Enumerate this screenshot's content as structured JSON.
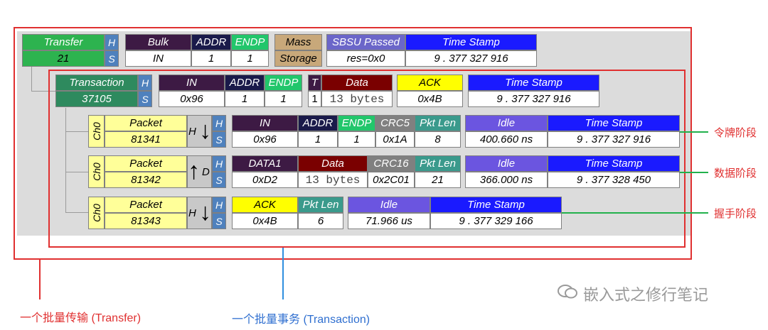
{
  "colors": {
    "transfer_green": "#2db34f",
    "bulk_purple": "#3d1a44",
    "addr_navy": "#1a1a4a",
    "endp_green": "#22c66b",
    "mass_tan": "#c8a87a",
    "sbsu_purple": "#6b66c9",
    "timestamp_blue": "#1a1aff",
    "transaction_green": "#2e8a5e",
    "data_maroon": "#7a0000",
    "ack_yellow": "#ffff00",
    "packet_yellow": "#ffff99",
    "crc_gray": "#808080",
    "pktlen_teal": "#3a9a8c",
    "idle_purple": "#6b55e0",
    "annotation_red": "#e03030",
    "annotation_blue": "#2f8fdf",
    "annotation_green": "#22b14c"
  },
  "transfer": {
    "label": "Transfer",
    "id": "21",
    "h": "H",
    "s": "S",
    "bulk_label": "Bulk",
    "bulk_val": "IN",
    "addr_label": "ADDR",
    "addr_val": "1",
    "endp_label": "ENDP",
    "endp_val": "1",
    "mass_label": "Mass",
    "mass_val": "Storage",
    "sbsu_label": "SBSU Passed",
    "sbsu_val": "res=0x0",
    "ts_label": "Time Stamp",
    "ts_val": "9 . 377 327 916"
  },
  "transaction": {
    "label": "Transaction",
    "id": "37105",
    "h": "H",
    "s": "S",
    "in_label": "IN",
    "in_val": "0x96",
    "addr_label": "ADDR",
    "addr_val": "1",
    "endp_label": "ENDP",
    "endp_val": "1",
    "t_label": "T",
    "t_val": "1",
    "data_label": "Data",
    "data_val": "13 bytes",
    "ack_label": "ACK",
    "ack_val": "0x4B",
    "ts_label": "Time Stamp",
    "ts_val": "9 . 377 327 916"
  },
  "packets": [
    {
      "ch": "Ch0",
      "label": "Packet",
      "id": "81341",
      "dir_letter": "H",
      "dir": "down",
      "h": "H",
      "s": "S",
      "f1_label": "IN",
      "f1_val": "0x96",
      "f2_label": "ADDR",
      "f2_val": "1",
      "f3_label": "ENDP",
      "f3_val": "1",
      "f4_label": "CRC5",
      "f4_val": "0x1A",
      "len_label": "Pkt Len",
      "len_val": "8",
      "idle_label": "Idle",
      "idle_val": "400.660 ns",
      "ts_label": "Time Stamp",
      "ts_val": "9 . 377 327 916"
    },
    {
      "ch": "Ch0",
      "label": "Packet",
      "id": "81342",
      "dir_letter": "D",
      "dir": "up",
      "h": "H",
      "s": "S",
      "f1_label": "DATA1",
      "f1_val": "0xD2",
      "f2_label": "Data",
      "f2_val": "13 bytes",
      "f4_label": "CRC16",
      "f4_val": "0x2C01",
      "len_label": "Pkt Len",
      "len_val": "21",
      "idle_label": "Idle",
      "idle_val": "366.000 ns",
      "ts_label": "Time Stamp",
      "ts_val": "9 . 377 328 450"
    },
    {
      "ch": "Ch0",
      "label": "Packet",
      "id": "81343",
      "dir_letter": "H",
      "dir": "down",
      "h": "H",
      "s": "S",
      "f1_label": "ACK",
      "f1_val": "0x4B",
      "len_label": "Pkt Len",
      "len_val": "6",
      "idle_label": "Idle",
      "idle_val": "71.966 us",
      "ts_label": "Time Stamp",
      "ts_val": "9 . 377 329 166"
    }
  ],
  "annotations": {
    "token_phase": "令牌阶段",
    "data_phase": "数据阶段",
    "handshake_phase": "握手阶段",
    "transfer_caption": "一个批量传输 (Transfer)",
    "transaction_caption": "一个批量事务 (Transaction)",
    "watermark": "嵌入式之修行笔记"
  }
}
